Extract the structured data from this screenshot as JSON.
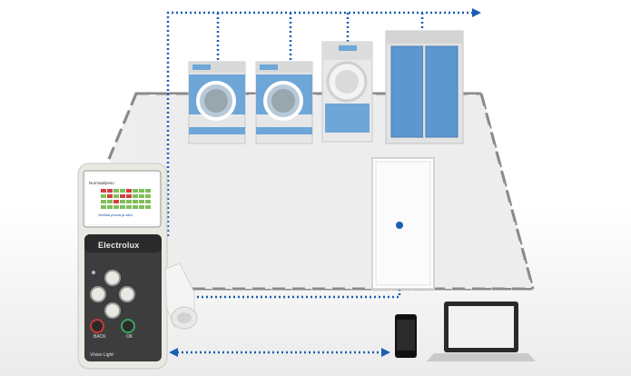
{
  "device": {
    "brand": "Electrolux",
    "model": "Vision Light",
    "back_label": "BACK",
    "ok_label": "OK",
    "screen_title": "Normaalipesu",
    "screen_footer": "Varillaa pesua ja aika"
  },
  "colors": {
    "connector": "#1a5fb4",
    "floor_outline": "#888888",
    "machine_blue": "#6ea6d8",
    "device_body": "#e9e9e3",
    "device_panel": "#3d3d3d"
  },
  "icons": [
    "id-tag-icon",
    "smartphone-icon",
    "laptop-icon",
    "door-icon",
    "washer-icon",
    "dryer-icon",
    "drying-cabinet-icon"
  ]
}
